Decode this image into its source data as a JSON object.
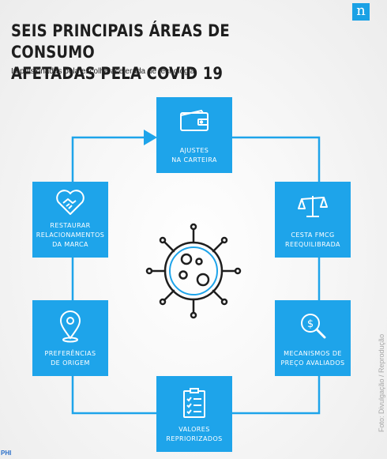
{
  "header": {
    "title_line1": "SEIS PRINCIPAIS ÁREAS DE CONSUMO",
    "title_line2": "AFETADAS PELA COVID 19",
    "subtitle": "Impulsionadas pela escolha acelerada de tecnologia",
    "logo_letter": "n"
  },
  "areas": [
    {
      "line1": "AJUSTES",
      "line2": "NA CARTEIRA",
      "line3": "",
      "icon": "wallet-icon"
    },
    {
      "line1": "CESTA FMCG",
      "line2": "REEQUILIBRADA",
      "line3": "",
      "icon": "balance-scale-icon"
    },
    {
      "line1": "MECANISMOS DE",
      "line2": "PREÇO AVALIADOS",
      "line3": "",
      "icon": "magnifier-dollar-icon"
    },
    {
      "line1": "VALORES",
      "line2": "REPRIORIZADOS",
      "line3": "",
      "icon": "checklist-icon"
    },
    {
      "line1": "PREFERÊNCIAS",
      "line2": "DE ORIGEM",
      "line3": "",
      "icon": "map-pin-icon"
    },
    {
      "line1": "RESTAURAR",
      "line2": "RELACIONAMENTOS",
      "line3": "DA MARCA",
      "icon": "heart-handshake-icon"
    }
  ],
  "center_icon": "virus-icon",
  "credit": "Foto: Divulgação / Reprodução",
  "corner_label": "PHI",
  "colors": {
    "box": "#1ea4ea",
    "logo": "#1aa1e5",
    "line": "#1ea4ea",
    "title": "#1e1e1e"
  }
}
